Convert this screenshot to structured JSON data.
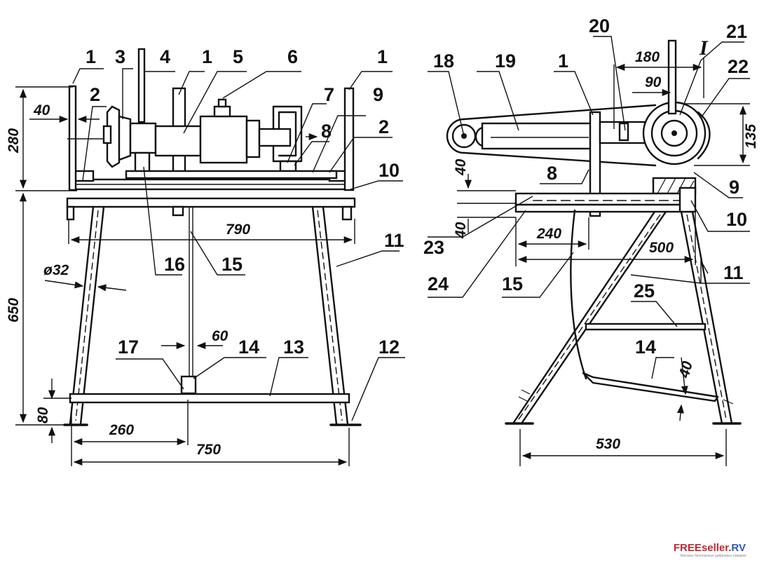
{
  "left_view": {
    "part_labels": [
      "1",
      "3",
      "4",
      "1",
      "5",
      "6",
      "1",
      "2",
      "7",
      "9",
      "8",
      "2",
      "10",
      "11",
      "16",
      "15",
      "17",
      "14",
      "13",
      "12"
    ],
    "dimensions": [
      "40",
      "280",
      "790",
      "650",
      "ø32",
      "60",
      "80",
      "260",
      "750"
    ]
  },
  "right_view": {
    "part_labels": [
      "18",
      "19",
      "1",
      "20",
      "21",
      "22",
      "8",
      "9",
      "10",
      "23",
      "24",
      "15",
      "11",
      "25",
      "14"
    ],
    "detail_label": "I",
    "dimensions": [
      "180",
      "90",
      "135",
      "40",
      "40",
      "240",
      "500",
      "40",
      "530"
    ]
  },
  "watermark": {
    "brand": "FREEseller.",
    "brand_suffix": "RV",
    "tagline": "Магазин бесплатных цифровых товаров"
  }
}
